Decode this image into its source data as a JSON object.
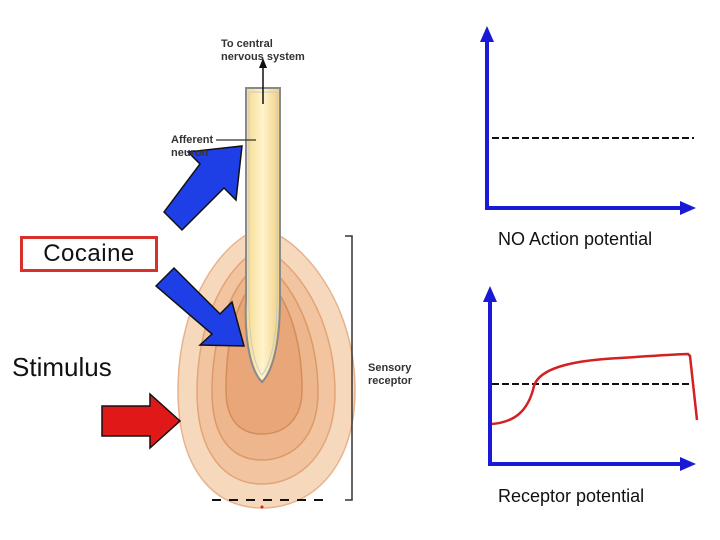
{
  "labels": {
    "to_central": "To central\nnervous system",
    "afferent": "Afferent\nneuron",
    "sensory_receptor": "Sensory\nreceptor",
    "cocaine": "Cocaine",
    "stimulus": "Stimulus",
    "no_action_potential": "NO Action potential",
    "receptor_potential": "Receptor potential"
  },
  "colors": {
    "axis": "#1a1ad6",
    "arrow_blue": "#1f3fe6",
    "arrow_red": "#e01818",
    "trace": "#d42020",
    "box_border": "#d9302c"
  },
  "top_graph": {
    "shows_trace": false,
    "threshold_line": "dashed"
  },
  "bottom_graph": {
    "shows_trace": true,
    "threshold_line": "dashed",
    "trace_shape": "rises from below threshold, crosses it, plateaus above, then drops sharply"
  }
}
